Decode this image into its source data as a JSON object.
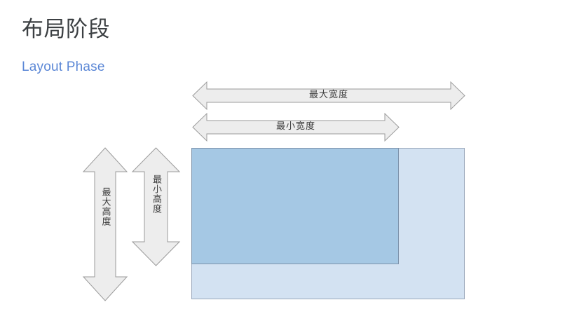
{
  "slide": {
    "title": "布局阶段",
    "subtitle": "Layout Phase",
    "background_color": "#ffffff",
    "title_color": "#3c4043",
    "subtitle_color": "#5b87d6"
  },
  "diagram": {
    "type": "constraint-box-diagram",
    "arrows": [
      {
        "name": "max-width",
        "label": "最大宽度",
        "orientation": "horizontal",
        "double_headed": true,
        "fill": "#ededed",
        "stroke": "#9b9b9b"
      },
      {
        "name": "min-width",
        "label": "最小宽度",
        "orientation": "horizontal",
        "double_headed": true,
        "fill": "#ededed",
        "stroke": "#9b9b9b"
      },
      {
        "name": "max-height",
        "label": "最大高度",
        "orientation": "vertical",
        "double_headed": true,
        "fill": "#ededed",
        "stroke": "#9b9b9b"
      },
      {
        "name": "min-height",
        "label": "最小高度",
        "orientation": "vertical",
        "double_headed": true,
        "fill": "#ededed",
        "stroke": "#9b9b9b"
      }
    ],
    "rectangles": [
      {
        "name": "max-constraint-box",
        "fill": "#d3e2f2",
        "stroke": "#9aa8bb"
      },
      {
        "name": "min-constraint-box",
        "fill": "#a5c8e4",
        "stroke": "#7e93ab"
      }
    ]
  }
}
